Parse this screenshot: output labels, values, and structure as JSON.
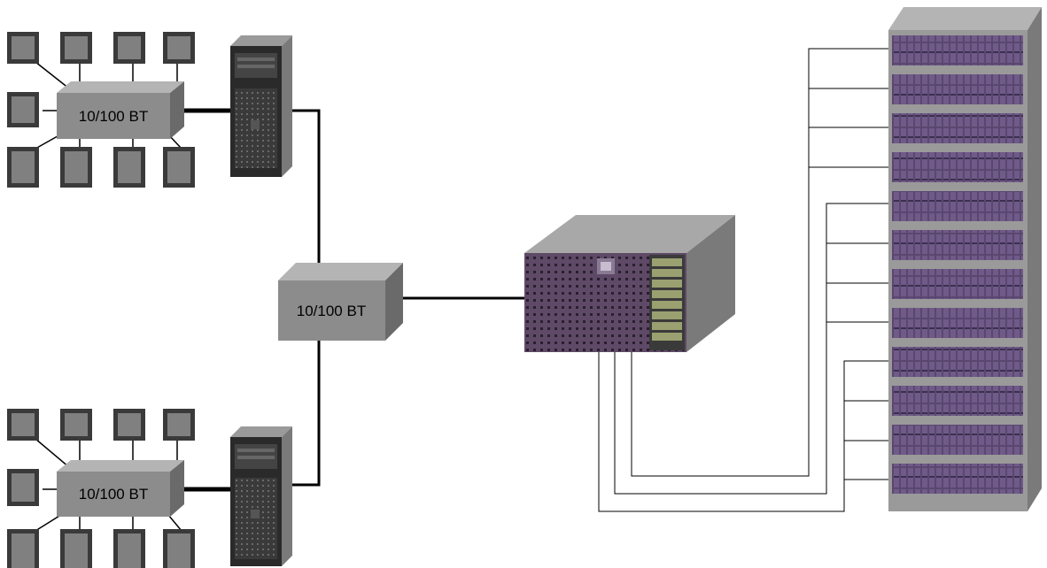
{
  "labels": {
    "switch_top": "10/100 BT",
    "switch_bottom": "10/100 BT",
    "switch_center": "10/100 BT"
  },
  "colors": {
    "node_fill": "#808080",
    "node_outer": "#3a3a3a",
    "hub_front": "#8c8c8c",
    "hub_top": "#b4b4b4",
    "hub_side": "#6a6a6a",
    "server_body": "#2a2a2a",
    "storage_front": "#5e4a66",
    "storage_top": "#a8a8a8",
    "storage_side": "#7a7a7a",
    "rack_frame": "#9a9a9a",
    "shelf_fill": "#5a4770",
    "link": "#000000"
  }
}
